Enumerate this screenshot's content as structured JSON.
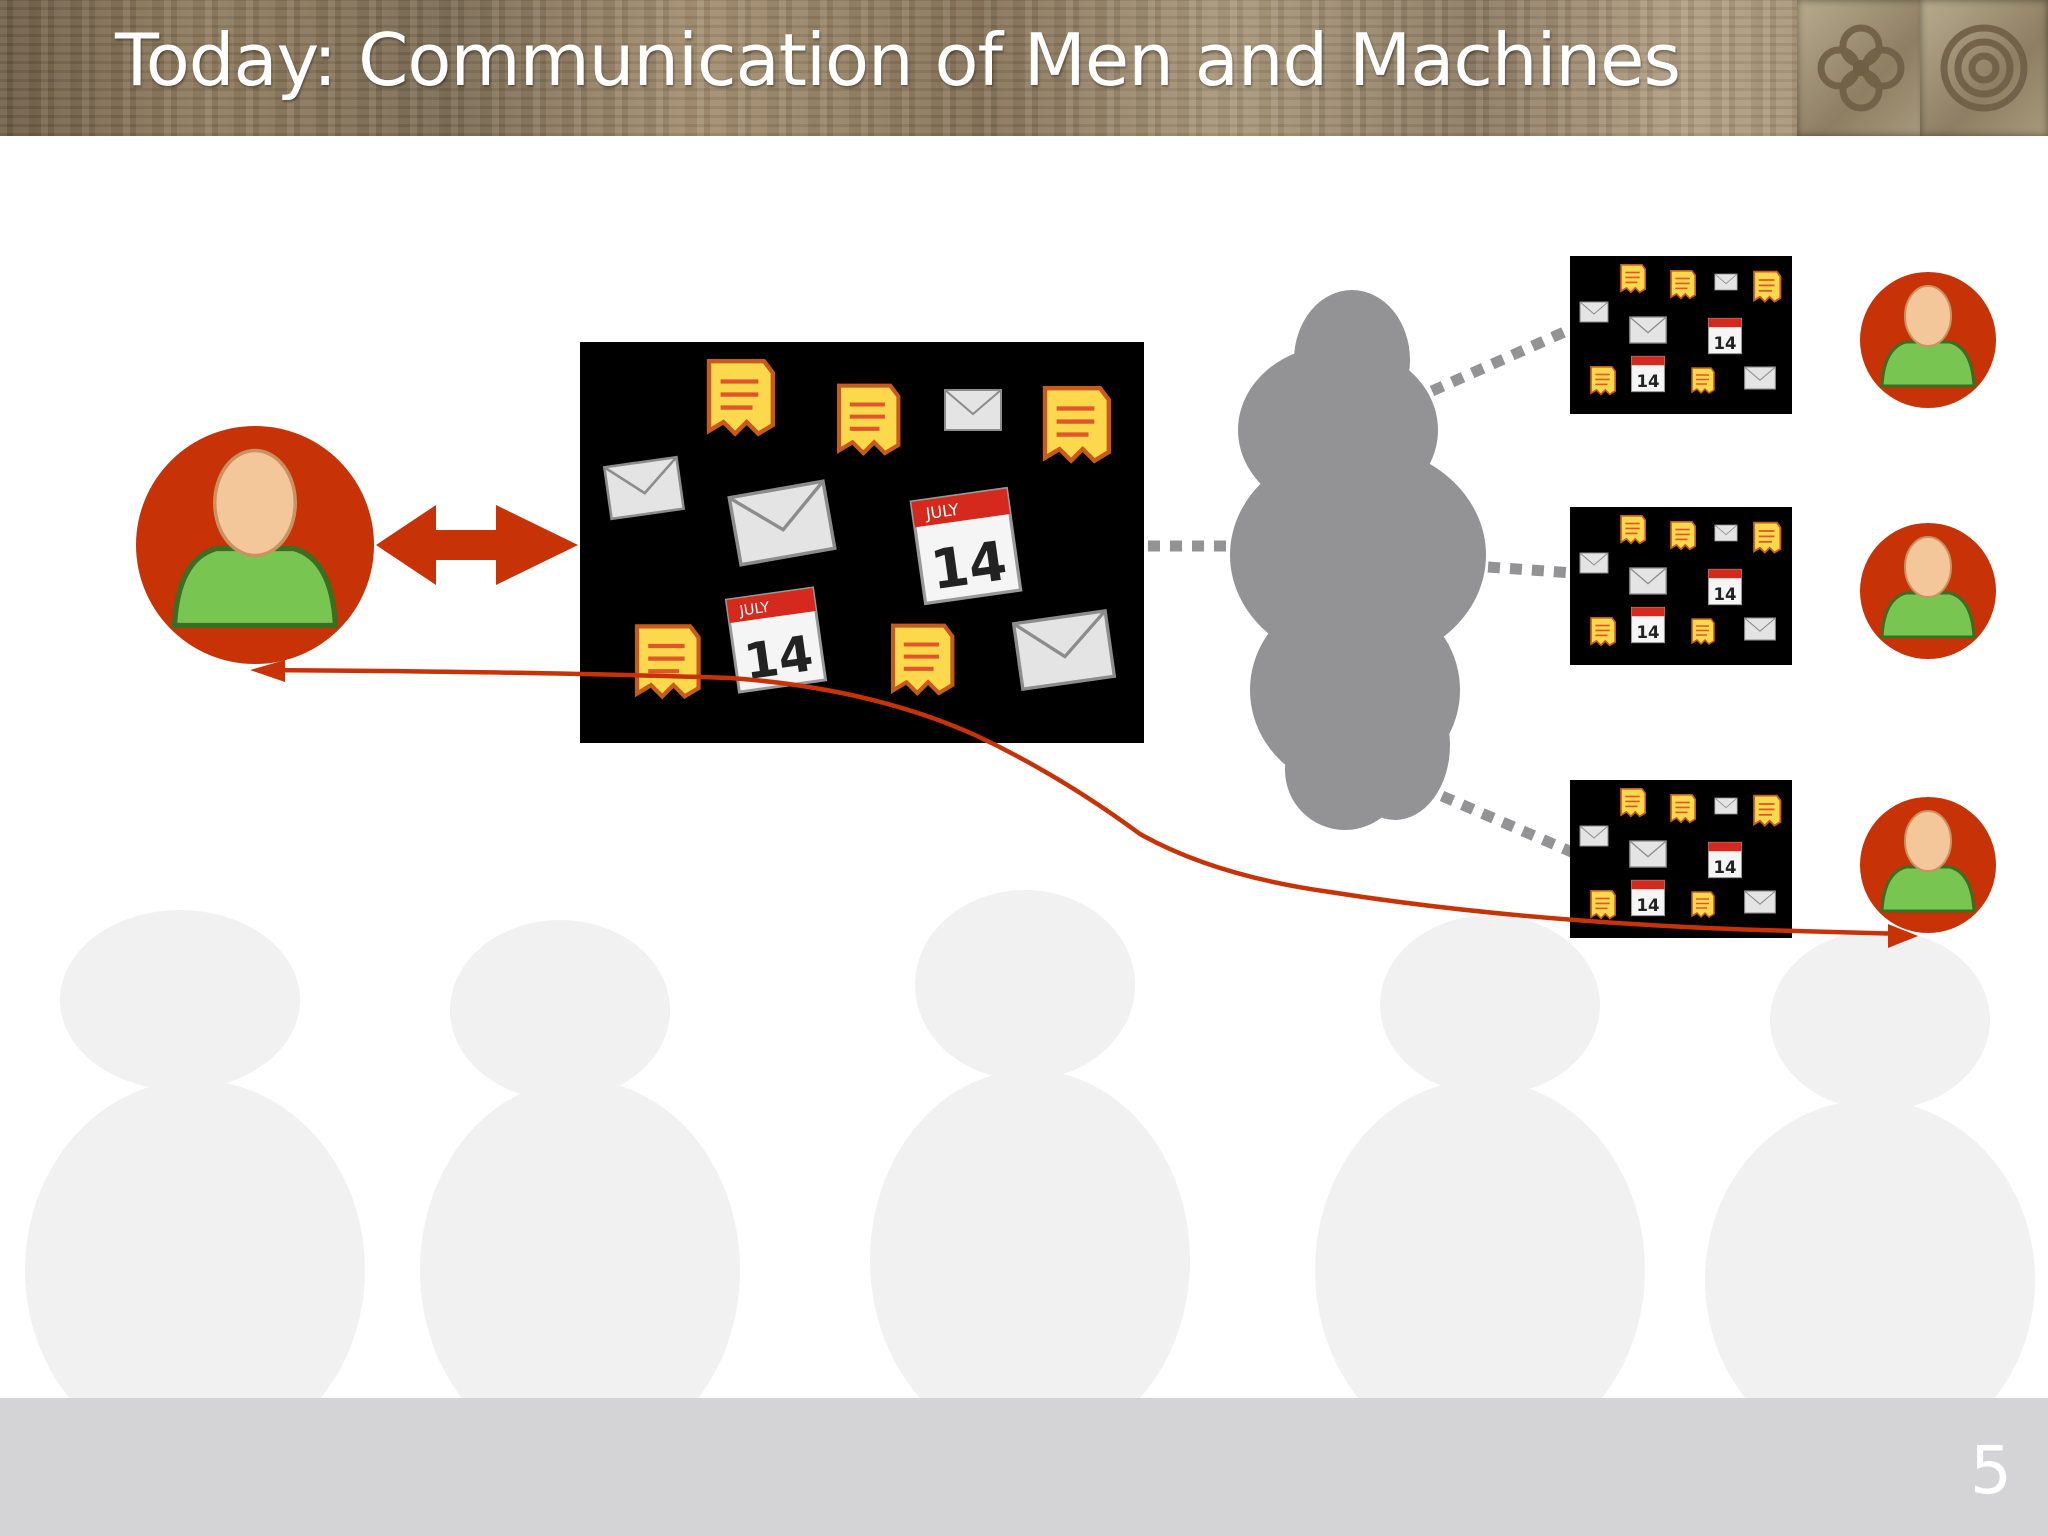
{
  "slide": {
    "title": "Today: Communication of Men and Machines",
    "page_number": "5"
  },
  "colors": {
    "accent_red": "#c83207",
    "person_skin": "#f3c79a",
    "person_shirt": "#79c551",
    "cloud_gray": "#939396",
    "screen_black": "#000000",
    "note_yellow": "#fbd84c",
    "footer_gray": "#d4d3d6"
  },
  "calendar_icon": {
    "month": "JULY",
    "day": "14"
  },
  "icons": {
    "person": "user-avatar-icon",
    "envelope": "envelope-icon",
    "note": "sticky-note-icon",
    "calendar": "calendar-icon",
    "cloud": "cloud-network-icon",
    "header_tile_1": "quatrefoil-ornament-icon",
    "header_tile_2": "concentric-circles-ornament-icon"
  }
}
